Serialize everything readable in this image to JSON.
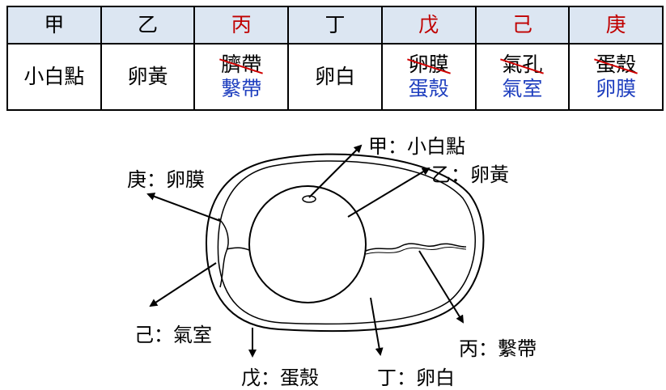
{
  "table": {
    "headers": [
      {
        "text": "甲",
        "color": "#000000"
      },
      {
        "text": "乙",
        "color": "#000000"
      },
      {
        "text": "丙",
        "color": "#c00000"
      },
      {
        "text": "丁",
        "color": "#000000"
      },
      {
        "text": "戊",
        "color": "#c00000"
      },
      {
        "text": "己",
        "color": "#c00000"
      },
      {
        "text": "庚",
        "color": "#c00000"
      }
    ],
    "cells": [
      {
        "text": "小白點"
      },
      {
        "text": "卵黃"
      },
      {
        "struck": "臍帶",
        "correct": "繫帶"
      },
      {
        "text": "卵白"
      },
      {
        "struck": "卵膜",
        "correct": "蛋殼"
      },
      {
        "struck": "氣孔",
        "correct": "氣室"
      },
      {
        "struck": "蛋殼",
        "correct": "卵膜"
      }
    ]
  },
  "diagram": {
    "labels": {
      "jia": "甲：小白點",
      "yi": "乙：卵黃",
      "geng": "庚：卵膜",
      "ji": "己：氣室",
      "bing": "丙：繫帶",
      "wu": "戊：蛋殼",
      "ding": "丁：卵白"
    }
  }
}
